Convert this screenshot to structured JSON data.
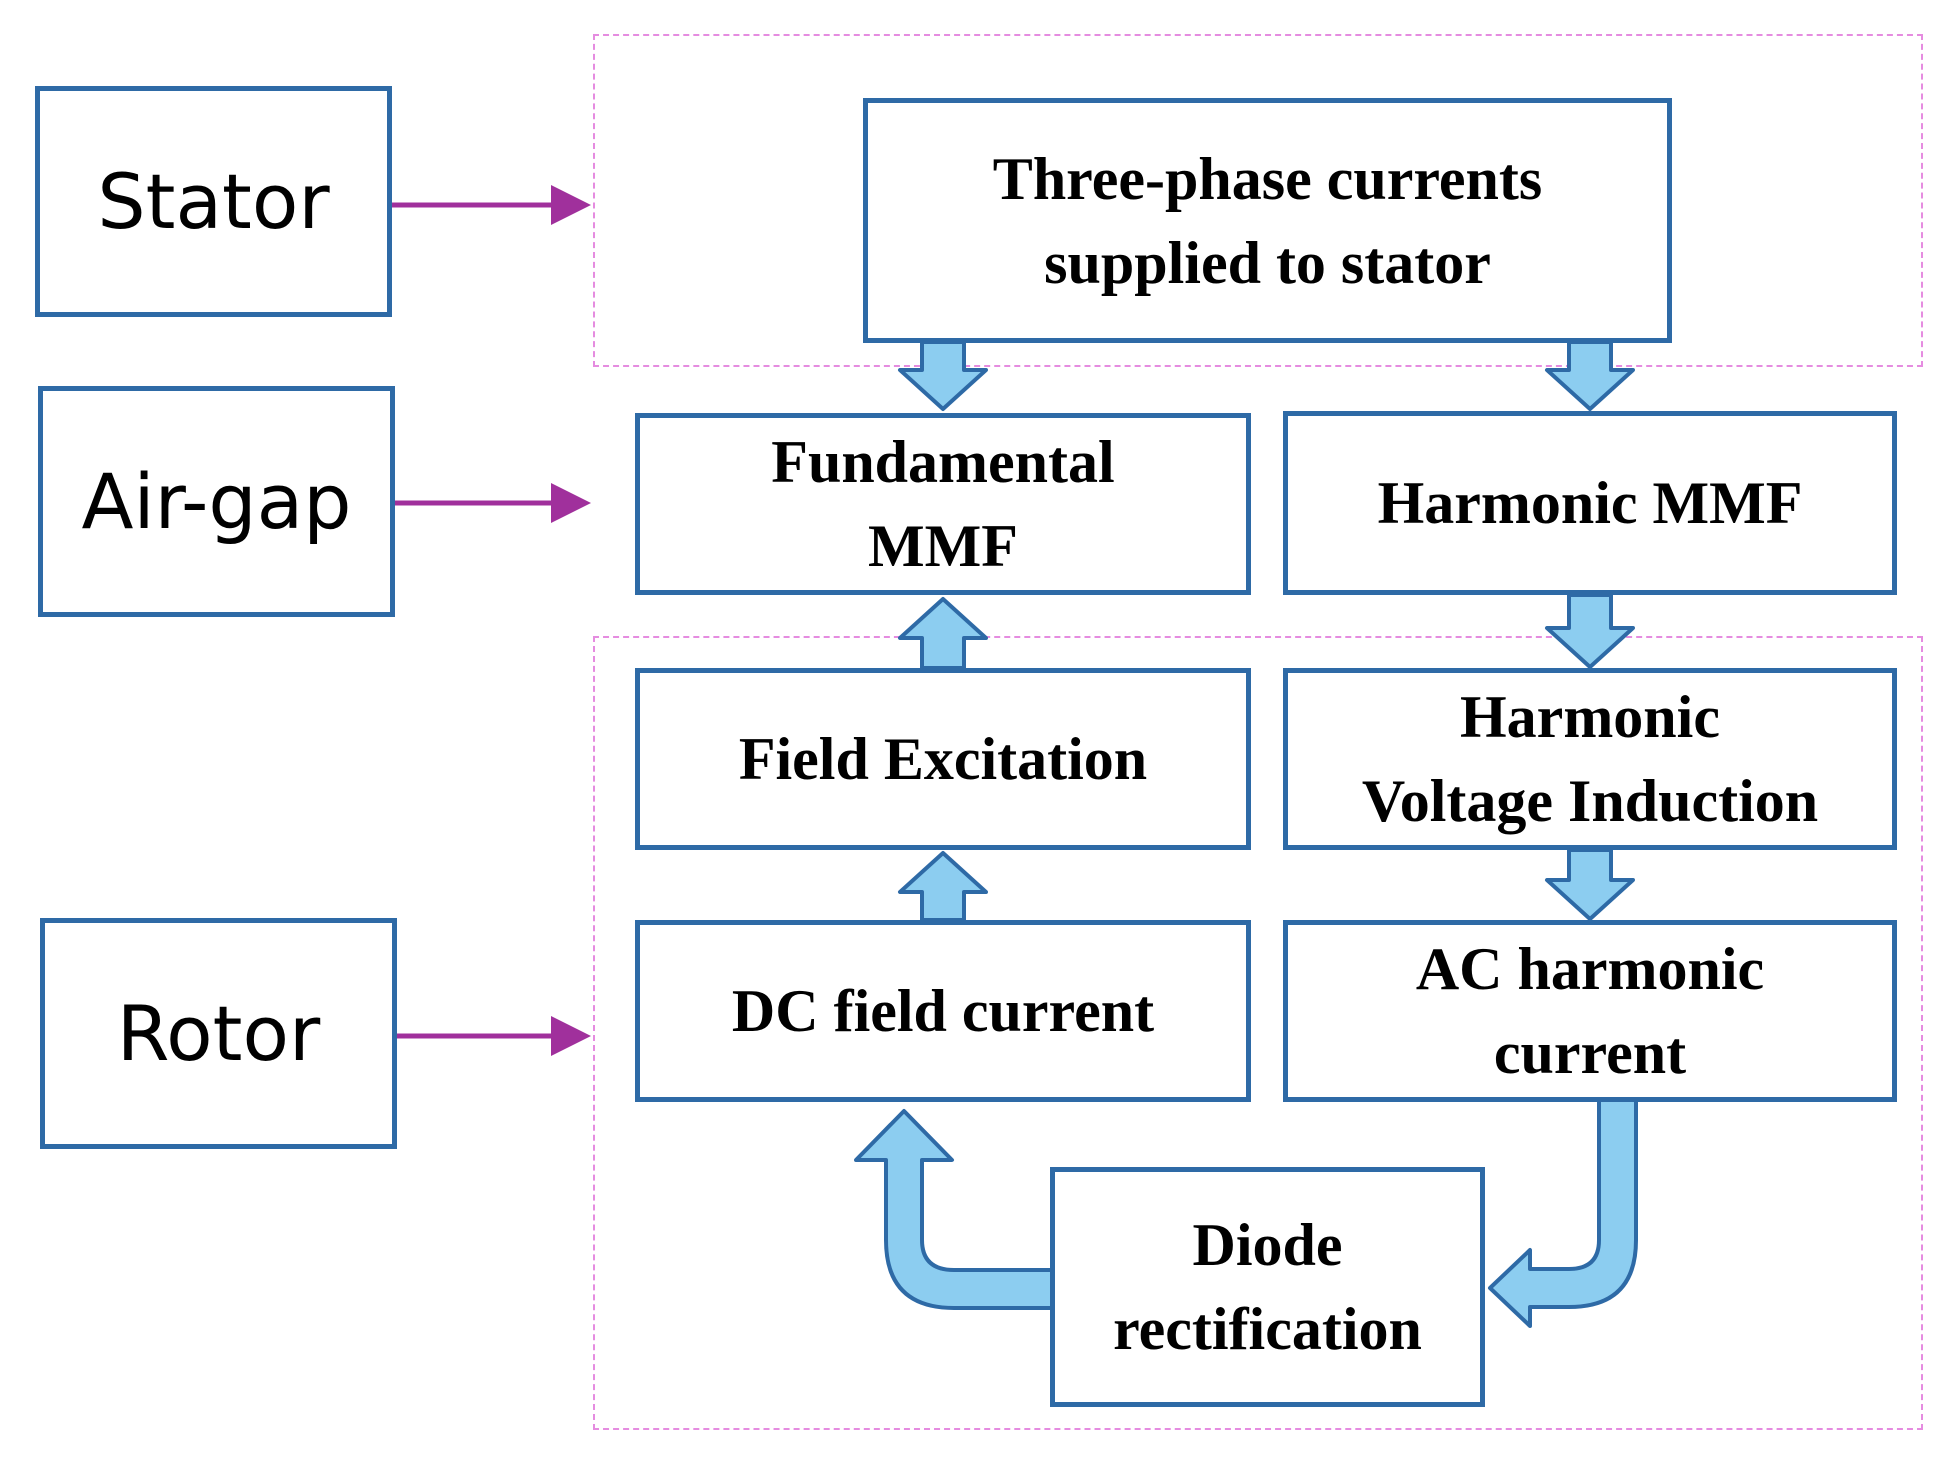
{
  "labels": {
    "stator": "Stator",
    "airgap": "Air-gap",
    "rotor": "Rotor"
  },
  "blocks": {
    "three_phase": "Three-phase  currents\nsupplied to stator",
    "fundamental_mmf": "Fundamental\nMMF",
    "harmonic_mmf": "Harmonic  MMF",
    "field_excitation": "Field Excitation",
    "harmonic_voltage": "Harmonic\nVoltage Induction",
    "dc_field_current": "DC field current",
    "ac_harmonic_current": "AC harmonic\ncurrent",
    "diode_rectification": "Diode\nrectification"
  },
  "colors": {
    "box_border": "#2e6aa6",
    "flow_arrow_fill": "#8ccdf0",
    "flow_arrow_stroke": "#2e6aa6",
    "pointer_arrow": "#a0309c",
    "region_border": "#e58ce0"
  }
}
